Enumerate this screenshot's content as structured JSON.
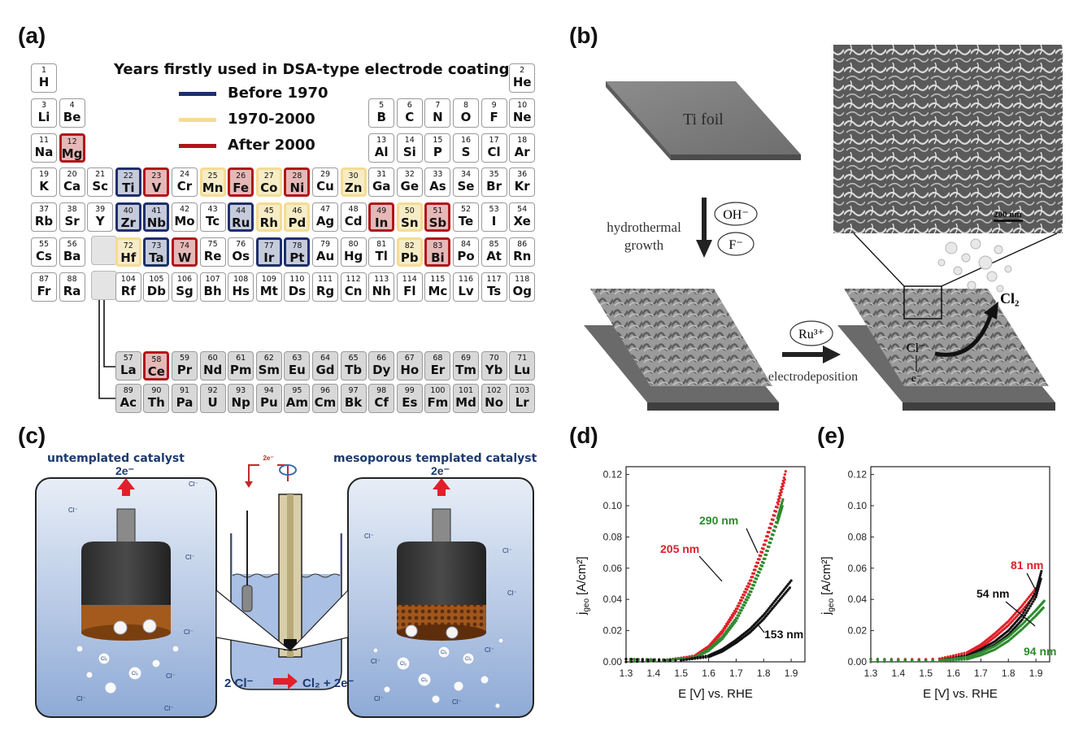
{
  "panels": {
    "a": "(a)",
    "b": "(b)",
    "c": "(c)",
    "d": "(d)",
    "e": "(e)"
  },
  "periodic_table": {
    "title": "Years firstly used in DSA-type electrode coatings",
    "legend": [
      {
        "label": "Before 1970",
        "color": "#1f2f6b"
      },
      {
        "label": "1970-2000",
        "color": "#f5dc95"
      },
      {
        "label": "After 2000",
        "color": "#b0151c"
      }
    ],
    "elements": [
      {
        "n": "1",
        "s": "H",
        "r": 0,
        "c": 0
      },
      {
        "n": "2",
        "s": "He",
        "r": 0,
        "c": 17
      },
      {
        "n": "3",
        "s": "Li",
        "r": 1,
        "c": 0
      },
      {
        "n": "4",
        "s": "Be",
        "r": 1,
        "c": 1
      },
      {
        "n": "5",
        "s": "B",
        "r": 1,
        "c": 12
      },
      {
        "n": "6",
        "s": "C",
        "r": 1,
        "c": 13
      },
      {
        "n": "7",
        "s": "N",
        "r": 1,
        "c": 14
      },
      {
        "n": "8",
        "s": "O",
        "r": 1,
        "c": 15
      },
      {
        "n": "9",
        "s": "F",
        "r": 1,
        "c": 16
      },
      {
        "n": "10",
        "s": "Ne",
        "r": 1,
        "c": 17
      },
      {
        "n": "11",
        "s": "Na",
        "r": 2,
        "c": 0
      },
      {
        "n": "12",
        "s": "Mg",
        "r": 2,
        "c": 1,
        "y": "post"
      },
      {
        "n": "13",
        "s": "Al",
        "r": 2,
        "c": 12
      },
      {
        "n": "14",
        "s": "Si",
        "r": 2,
        "c": 13
      },
      {
        "n": "15",
        "s": "P",
        "r": 2,
        "c": 14
      },
      {
        "n": "16",
        "s": "S",
        "r": 2,
        "c": 15
      },
      {
        "n": "17",
        "s": "Cl",
        "r": 2,
        "c": 16
      },
      {
        "n": "18",
        "s": "Ar",
        "r": 2,
        "c": 17
      },
      {
        "n": "19",
        "s": "K",
        "r": 3,
        "c": 0
      },
      {
        "n": "20",
        "s": "Ca",
        "r": 3,
        "c": 1
      },
      {
        "n": "21",
        "s": "Sc",
        "r": 3,
        "c": 2
      },
      {
        "n": "22",
        "s": "Ti",
        "r": 3,
        "c": 3,
        "y": "pre"
      },
      {
        "n": "23",
        "s": "V",
        "r": 3,
        "c": 4,
        "y": "post"
      },
      {
        "n": "24",
        "s": "Cr",
        "r": 3,
        "c": 5
      },
      {
        "n": "25",
        "s": "Mn",
        "r": 3,
        "c": 6,
        "y": "mid"
      },
      {
        "n": "26",
        "s": "Fe",
        "r": 3,
        "c": 7,
        "y": "post"
      },
      {
        "n": "27",
        "s": "Co",
        "r": 3,
        "c": 8,
        "y": "mid"
      },
      {
        "n": "28",
        "s": "Ni",
        "r": 3,
        "c": 9,
        "y": "post"
      },
      {
        "n": "29",
        "s": "Cu",
        "r": 3,
        "c": 10
      },
      {
        "n": "30",
        "s": "Zn",
        "r": 3,
        "c": 11,
        "y": "mid"
      },
      {
        "n": "31",
        "s": "Ga",
        "r": 3,
        "c": 12
      },
      {
        "n": "32",
        "s": "Ge",
        "r": 3,
        "c": 13
      },
      {
        "n": "33",
        "s": "As",
        "r": 3,
        "c": 14
      },
      {
        "n": "34",
        "s": "Se",
        "r": 3,
        "c": 15
      },
      {
        "n": "35",
        "s": "Br",
        "r": 3,
        "c": 16
      },
      {
        "n": "36",
        "s": "Kr",
        "r": 3,
        "c": 17
      },
      {
        "n": "37",
        "s": "Rb",
        "r": 4,
        "c": 0
      },
      {
        "n": "38",
        "s": "Sr",
        "r": 4,
        "c": 1
      },
      {
        "n": "39",
        "s": "Y",
        "r": 4,
        "c": 2
      },
      {
        "n": "40",
        "s": "Zr",
        "r": 4,
        "c": 3,
        "y": "pre"
      },
      {
        "n": "41",
        "s": "Nb",
        "r": 4,
        "c": 4,
        "y": "pre"
      },
      {
        "n": "42",
        "s": "Mo",
        "r": 4,
        "c": 5
      },
      {
        "n": "43",
        "s": "Tc",
        "r": 4,
        "c": 6
      },
      {
        "n": "44",
        "s": "Ru",
        "r": 4,
        "c": 7,
        "y": "pre"
      },
      {
        "n": "45",
        "s": "Rh",
        "r": 4,
        "c": 8,
        "y": "mid"
      },
      {
        "n": "46",
        "s": "Pd",
        "r": 4,
        "c": 9,
        "y": "mid"
      },
      {
        "n": "47",
        "s": "Ag",
        "r": 4,
        "c": 10
      },
      {
        "n": "48",
        "s": "Cd",
        "r": 4,
        "c": 11
      },
      {
        "n": "49",
        "s": "In",
        "r": 4,
        "c": 12,
        "y": "post"
      },
      {
        "n": "50",
        "s": "Sn",
        "r": 4,
        "c": 13,
        "y": "mid"
      },
      {
        "n": "51",
        "s": "Sb",
        "r": 4,
        "c": 14,
        "y": "post"
      },
      {
        "n": "52",
        "s": "Te",
        "r": 4,
        "c": 15
      },
      {
        "n": "53",
        "s": "I",
        "r": 4,
        "c": 16
      },
      {
        "n": "54",
        "s": "Xe",
        "r": 4,
        "c": 17
      },
      {
        "n": "55",
        "s": "Cs",
        "r": 5,
        "c": 0
      },
      {
        "n": "56",
        "s": "Ba",
        "r": 5,
        "c": 1
      },
      {
        "n": "72",
        "s": "Hf",
        "r": 5,
        "c": 3,
        "y": "mid"
      },
      {
        "n": "73",
        "s": "Ta",
        "r": 5,
        "c": 4,
        "y": "pre"
      },
      {
        "n": "74",
        "s": "W",
        "r": 5,
        "c": 5,
        "y": "post"
      },
      {
        "n": "75",
        "s": "Re",
        "r": 5,
        "c": 6
      },
      {
        "n": "76",
        "s": "Os",
        "r": 5,
        "c": 7
      },
      {
        "n": "77",
        "s": "Ir",
        "r": 5,
        "c": 8,
        "y": "pre"
      },
      {
        "n": "78",
        "s": "Pt",
        "r": 5,
        "c": 9,
        "y": "pre"
      },
      {
        "n": "79",
        "s": "Au",
        "r": 5,
        "c": 10
      },
      {
        "n": "80",
        "s": "Hg",
        "r": 5,
        "c": 11
      },
      {
        "n": "81",
        "s": "Tl",
        "r": 5,
        "c": 12
      },
      {
        "n": "82",
        "s": "Pb",
        "r": 5,
        "c": 13,
        "y": "mid"
      },
      {
        "n": "83",
        "s": "Bi",
        "r": 5,
        "c": 14,
        "y": "post"
      },
      {
        "n": "84",
        "s": "Po",
        "r": 5,
        "c": 15
      },
      {
        "n": "85",
        "s": "At",
        "r": 5,
        "c": 16
      },
      {
        "n": "86",
        "s": "Rn",
        "r": 5,
        "c": 17
      },
      {
        "n": "87",
        "s": "Fr",
        "r": 6,
        "c": 0
      },
      {
        "n": "88",
        "s": "Ra",
        "r": 6,
        "c": 1
      },
      {
        "n": "104",
        "s": "Rf",
        "r": 6,
        "c": 3
      },
      {
        "n": "105",
        "s": "Db",
        "r": 6,
        "c": 4
      },
      {
        "n": "106",
        "s": "Sg",
        "r": 6,
        "c": 5
      },
      {
        "n": "107",
        "s": "Bh",
        "r": 6,
        "c": 6
      },
      {
        "n": "108",
        "s": "Hs",
        "r": 6,
        "c": 7
      },
      {
        "n": "109",
        "s": "Mt",
        "r": 6,
        "c": 8
      },
      {
        "n": "110",
        "s": "Ds",
        "r": 6,
        "c": 9
      },
      {
        "n": "111",
        "s": "Rg",
        "r": 6,
        "c": 10
      },
      {
        "n": "112",
        "s": "Cn",
        "r": 6,
        "c": 11
      },
      {
        "n": "113",
        "s": "Nh",
        "r": 6,
        "c": 12
      },
      {
        "n": "114",
        "s": "Fl",
        "r": 6,
        "c": 13
      },
      {
        "n": "115",
        "s": "Mc",
        "r": 6,
        "c": 14
      },
      {
        "n": "116",
        "s": "Lv",
        "r": 6,
        "c": 15
      },
      {
        "n": "117",
        "s": "Ts",
        "r": 6,
        "c": 16
      },
      {
        "n": "118",
        "s": "Og",
        "r": 6,
        "c": 17
      }
    ],
    "lanthanides": [
      {
        "n": "57",
        "s": "La"
      },
      {
        "n": "58",
        "s": "Ce",
        "y": "post"
      },
      {
        "n": "59",
        "s": "Pr"
      },
      {
        "n": "60",
        "s": "Nd"
      },
      {
        "n": "61",
        "s": "Pm"
      },
      {
        "n": "62",
        "s": "Sm"
      },
      {
        "n": "63",
        "s": "Eu"
      },
      {
        "n": "64",
        "s": "Gd"
      },
      {
        "n": "65",
        "s": "Tb"
      },
      {
        "n": "66",
        "s": "Dy"
      },
      {
        "n": "67",
        "s": "Ho"
      },
      {
        "n": "68",
        "s": "Er"
      },
      {
        "n": "69",
        "s": "Tm"
      },
      {
        "n": "70",
        "s": "Yb"
      },
      {
        "n": "71",
        "s": "Lu"
      }
    ],
    "actinides": [
      {
        "n": "89",
        "s": "Ac"
      },
      {
        "n": "90",
        "s": "Th"
      },
      {
        "n": "91",
        "s": "Pa"
      },
      {
        "n": "92",
        "s": "U"
      },
      {
        "n": "93",
        "s": "Np"
      },
      {
        "n": "94",
        "s": "Pu"
      },
      {
        "n": "95",
        "s": "Am"
      },
      {
        "n": "96",
        "s": "Cm"
      },
      {
        "n": "97",
        "s": "Bk"
      },
      {
        "n": "98",
        "s": "Cf"
      },
      {
        "n": "99",
        "s": "Es"
      },
      {
        "n": "100",
        "s": "Fm"
      },
      {
        "n": "101",
        "s": "Md"
      },
      {
        "n": "102",
        "s": "No"
      },
      {
        "n": "103",
        "s": "Lr"
      }
    ]
  },
  "panel_b": {
    "ti_foil": "Ti foil",
    "oh": "OH⁻",
    "f": "F⁻",
    "hydrothermal": "hydrothermal",
    "growth": "growth",
    "ru": "Ru³⁺",
    "electrodeposition": "electrodeposition",
    "scale": "200 nm",
    "cl2": "Cl₂",
    "cl_minus": "Cl⁻",
    "e_minus": "e⁻"
  },
  "panel_c": {
    "left_title": "untemplated catalyst",
    "right_title": "mesoporous templated catalyst",
    "two_e": "2e⁻",
    "center_2e": "2e⁻",
    "cl": "Cl⁻",
    "cl2_bubble": "Cl₂",
    "reaction_left": "2 Cl⁻",
    "reaction_right": "Cl₂ + 2e⁻"
  },
  "chart_data": [
    {
      "type": "scatter",
      "panel": "d",
      "xlabel": "E [V] vs. RHE",
      "ylabel": "j_geo [A/cm²]",
      "ylabel_main": "j",
      "ylabel_sub": "geo",
      "ylabel_unit": "[A/cm²]",
      "xlim": [
        1.3,
        1.95
      ],
      "ylim": [
        0,
        0.125
      ],
      "xticks": [
        1.3,
        1.4,
        1.5,
        1.6,
        1.7,
        1.8,
        1.9
      ],
      "yticks": [
        0.0,
        0.02,
        0.04,
        0.06,
        0.08,
        0.1,
        0.12
      ],
      "series": [
        {
          "name": "205 nm",
          "color": "#e0202a",
          "x": [
            1.3,
            1.45,
            1.55,
            1.6,
            1.65,
            1.7,
            1.75,
            1.8,
            1.85,
            1.88
          ],
          "y": [
            0,
            0.001,
            0.004,
            0.01,
            0.02,
            0.034,
            0.052,
            0.075,
            0.102,
            0.122
          ]
        },
        {
          "name": "290 nm",
          "color": "#2e8b2e",
          "x": [
            1.3,
            1.45,
            1.55,
            1.6,
            1.65,
            1.7,
            1.75,
            1.8,
            1.85,
            1.87
          ],
          "y": [
            0,
            0.001,
            0.003,
            0.008,
            0.016,
            0.028,
            0.045,
            0.066,
            0.092,
            0.104
          ]
        },
        {
          "name": "153 nm",
          "color": "#111111",
          "x": [
            1.3,
            1.5,
            1.6,
            1.65,
            1.7,
            1.75,
            1.8,
            1.85,
            1.9
          ],
          "y": [
            0,
            0.001,
            0.004,
            0.008,
            0.014,
            0.021,
            0.03,
            0.041,
            0.052
          ]
        }
      ],
      "annotations": [
        "205 nm",
        "290 nm",
        "153 nm"
      ]
    },
    {
      "type": "scatter",
      "panel": "e",
      "xlabel": "E [V] vs. RHE",
      "ylabel": "j_geo [A/cm²]",
      "ylabel_main": "j",
      "ylabel_sub": "geo",
      "ylabel_unit": "[A/cm²]",
      "xlim": [
        1.3,
        1.95
      ],
      "ylim": [
        0,
        0.125
      ],
      "xticks": [
        1.3,
        1.4,
        1.5,
        1.6,
        1.7,
        1.8,
        1.9
      ],
      "yticks": [
        0.0,
        0.02,
        0.04,
        0.06,
        0.08,
        0.1,
        0.12
      ],
      "series": [
        {
          "name": "81 nm",
          "color": "#e0202a",
          "x": [
            1.3,
            1.55,
            1.65,
            1.7,
            1.75,
            1.8,
            1.85,
            1.9
          ],
          "y": [
            0,
            0.002,
            0.006,
            0.011,
            0.018,
            0.026,
            0.036,
            0.047
          ]
        },
        {
          "name": "54 nm",
          "color": "#111111",
          "x": [
            1.3,
            1.55,
            1.65,
            1.7,
            1.75,
            1.8,
            1.85,
            1.9,
            1.92
          ],
          "y": [
            0,
            0.001,
            0.004,
            0.008,
            0.013,
            0.02,
            0.03,
            0.045,
            0.058
          ]
        },
        {
          "name": "94 nm",
          "color": "#2e8b2e",
          "x": [
            1.3,
            1.55,
            1.65,
            1.7,
            1.75,
            1.8,
            1.85,
            1.9,
            1.93
          ],
          "y": [
            0,
            0.001,
            0.003,
            0.006,
            0.01,
            0.016,
            0.024,
            0.033,
            0.039
          ]
        }
      ],
      "annotations": [
        "81 nm",
        "54 nm",
        "94 nm"
      ]
    }
  ]
}
